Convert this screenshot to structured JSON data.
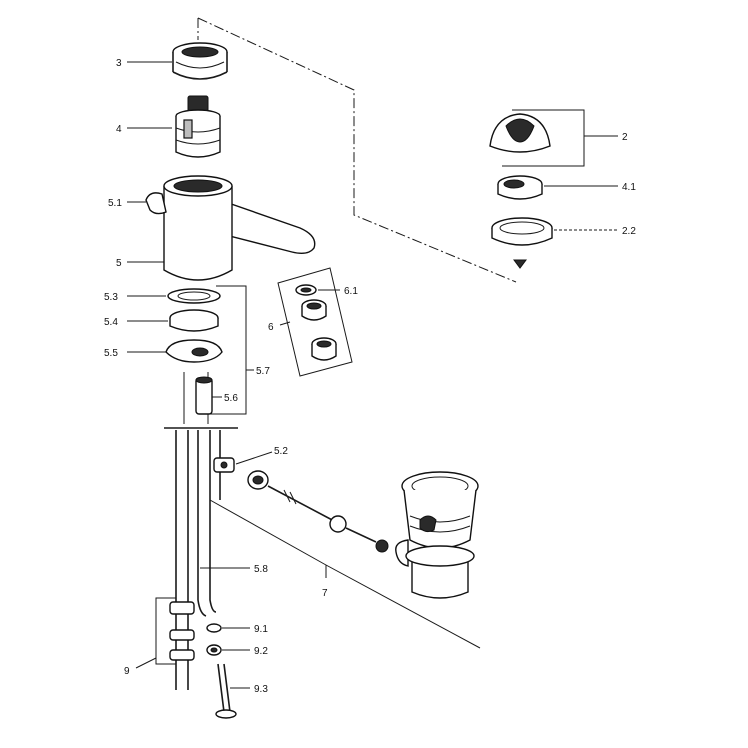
{
  "labels": {
    "l3": "3",
    "l4": "4",
    "l2": "2",
    "l41": "4.1",
    "l22": "2.2",
    "l51": "5.1",
    "l5": "5",
    "l61": "6.1",
    "l6": "6",
    "l53": "5.3",
    "l54": "5.4",
    "l55": "5.5",
    "l57": "5.7",
    "l56": "5.6",
    "l52": "5.2",
    "l58": "5.8",
    "l7": "7",
    "l91": "9.1",
    "l92": "9.2",
    "l9": "9",
    "l93": "9.3"
  }
}
